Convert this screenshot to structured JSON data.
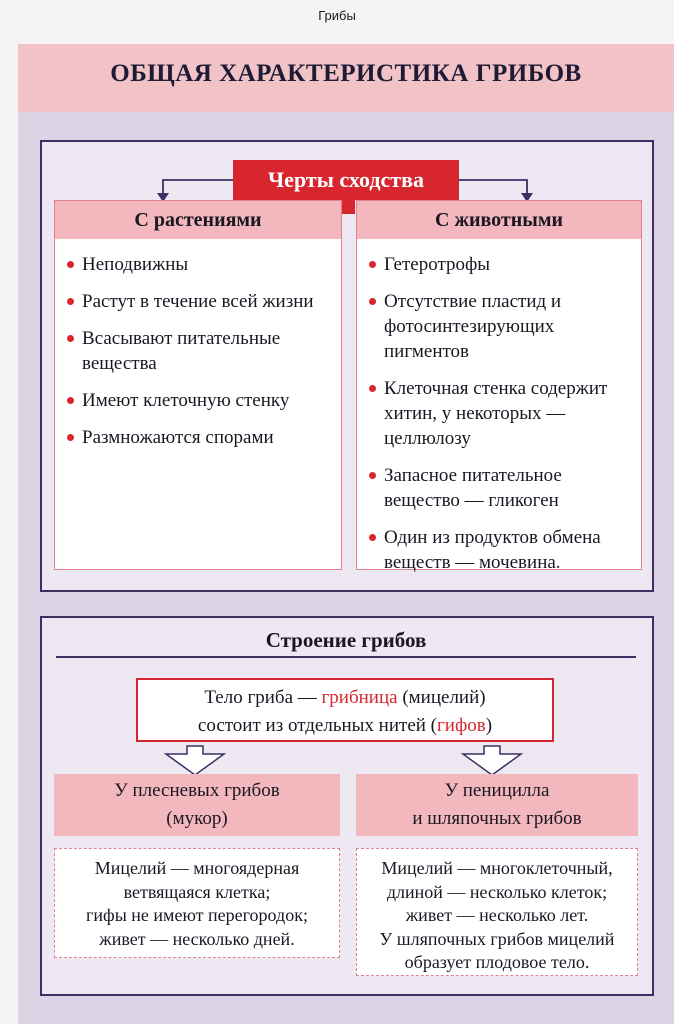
{
  "running_header": "Грибы",
  "title": "ОБЩАЯ ХАРАКТЕРИСТИКА ГРИБОВ",
  "similarity": {
    "header": "Черты сходства",
    "plants": {
      "header": "С растениями",
      "items": [
        "Неподвижны",
        "Растут в течение всей жизни",
        "Всасывают питательные вещества",
        "Имеют клеточную стенку",
        "Размножаются спорами"
      ]
    },
    "animals": {
      "header": "С животными",
      "items": [
        "Гетеротрофы",
        "Отсутствие пластид и фотосинтезирующих пигментов",
        "Клеточная стенка содержит хитин, у некоторых — целлюлозу",
        "Запасное питательное вещество — гликоген",
        "Один из продуктов обмена веществ — мочевина."
      ]
    }
  },
  "structure": {
    "title": "Строение грибов",
    "body_line1_pre": "Тело гриба — ",
    "body_line1_red": "грибница",
    "body_line1_post": " (мицелий)",
    "body_line2_pre": "состоит из отдельных нитей (",
    "body_line2_red": "гифов",
    "body_line2_post": ")",
    "mold": {
      "header_line1": "У плесневых грибов",
      "header_line2": "(мукор)",
      "lines": [
        "Мицелий — многоядерная",
        "ветвящаяся клетка;",
        "гифы не имеют перегородок;",
        "живет — несколько дней."
      ]
    },
    "cap": {
      "header_line1": "У пеницилла",
      "header_line2": "и шляпочных грибов",
      "lines": [
        "Мицелий — многоклеточный,",
        "длиной — несколько клеток;",
        "живет — несколько лет.",
        "У шляпочных грибов мицелий",
        "образует плодовое тело."
      ]
    }
  }
}
